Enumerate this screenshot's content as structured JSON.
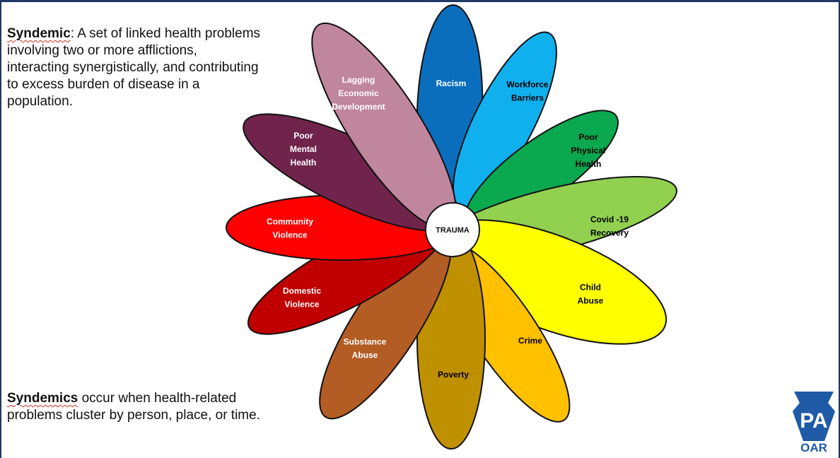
{
  "definition": {
    "term": "Syndemic",
    "text": ": A set of linked health problems involving two or more afflictions, interacting synergistically, and contributing to excess burden of disease in a population."
  },
  "occurrence": {
    "term": "Syndemics",
    "text": " occur when health-related problems cluster by person, place, or time."
  },
  "center": {
    "label": "TRAUMA",
    "fill": "#ffffff"
  },
  "petals": [
    {
      "name": "racism",
      "lines": [
        "Racism"
      ],
      "fill": "#0a6ebd",
      "text_color": "#ffffff"
    },
    {
      "name": "workforce-barriers",
      "lines": [
        "Workforce",
        "Barriers"
      ],
      "fill": "#10b0ef",
      "text_color": "#000000"
    },
    {
      "name": "poor-physical-health",
      "lines": [
        "Poor",
        "Physical",
        "Health"
      ],
      "fill": "#0aa84f",
      "text_color": "#000000"
    },
    {
      "name": "covid-19-recovery",
      "lines": [
        "Covid -19",
        "Recovery"
      ],
      "fill": "#92d050",
      "text_color": "#000000"
    },
    {
      "name": "child-abuse",
      "lines": [
        "Child",
        "Abuse"
      ],
      "fill": "#ffff00",
      "text_color": "#000000"
    },
    {
      "name": "crime",
      "lines": [
        "Crime"
      ],
      "fill": "#ffc000",
      "text_color": "#000000"
    },
    {
      "name": "poverty",
      "lines": [
        "Poverty"
      ],
      "fill": "#bf9000",
      "text_color": "#000000"
    },
    {
      "name": "substance-abuse",
      "lines": [
        "Substance",
        "Abuse"
      ],
      "fill": "#b35c24",
      "text_color": "#ffffff"
    },
    {
      "name": "domestic-violence",
      "lines": [
        "Domestic",
        "Violence"
      ],
      "fill": "#c00000",
      "text_color": "#ffffff"
    },
    {
      "name": "community-violence",
      "lines": [
        "Community",
        "Violence"
      ],
      "fill": "#ff0000",
      "text_color": "#ffffff"
    },
    {
      "name": "poor-mental-health",
      "lines": [
        "Poor",
        "Mental",
        "Health"
      ],
      "fill": "#70244c",
      "text_color": "#ffffff"
    },
    {
      "name": "lagging-economic-development",
      "lines": [
        "Lagging",
        "Economic",
        "Development"
      ],
      "fill": "#c0869e",
      "text_color": "#ffffff"
    }
  ],
  "logo": {
    "mark": "PA",
    "subtitle": "OAR",
    "icon": "keystone-icon",
    "color": "#1f5aa6"
  }
}
